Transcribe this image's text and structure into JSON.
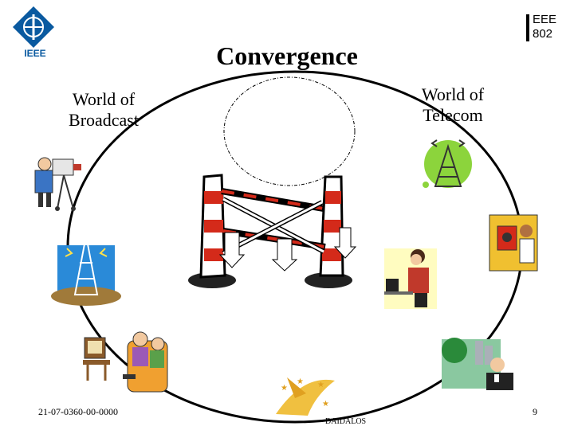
{
  "slide": {
    "title": "Convergence",
    "broadcast_label": "World of Broadcast",
    "telecom_label": "World of Telecom",
    "document_id": "21-07-0360-00-0000",
    "page_number": "9",
    "footer_brand": "DAIDALOS"
  },
  "logos": {
    "ieee_text": "IEEE",
    "ieee802_line1": "EEE",
    "ieee802_line2": "802"
  },
  "colors": {
    "ieee_blue": "#0a5aa0",
    "barrier_red": "#d42a1a",
    "tower_green": "#8cd43c",
    "sky_blue": "#2a8ad8"
  }
}
